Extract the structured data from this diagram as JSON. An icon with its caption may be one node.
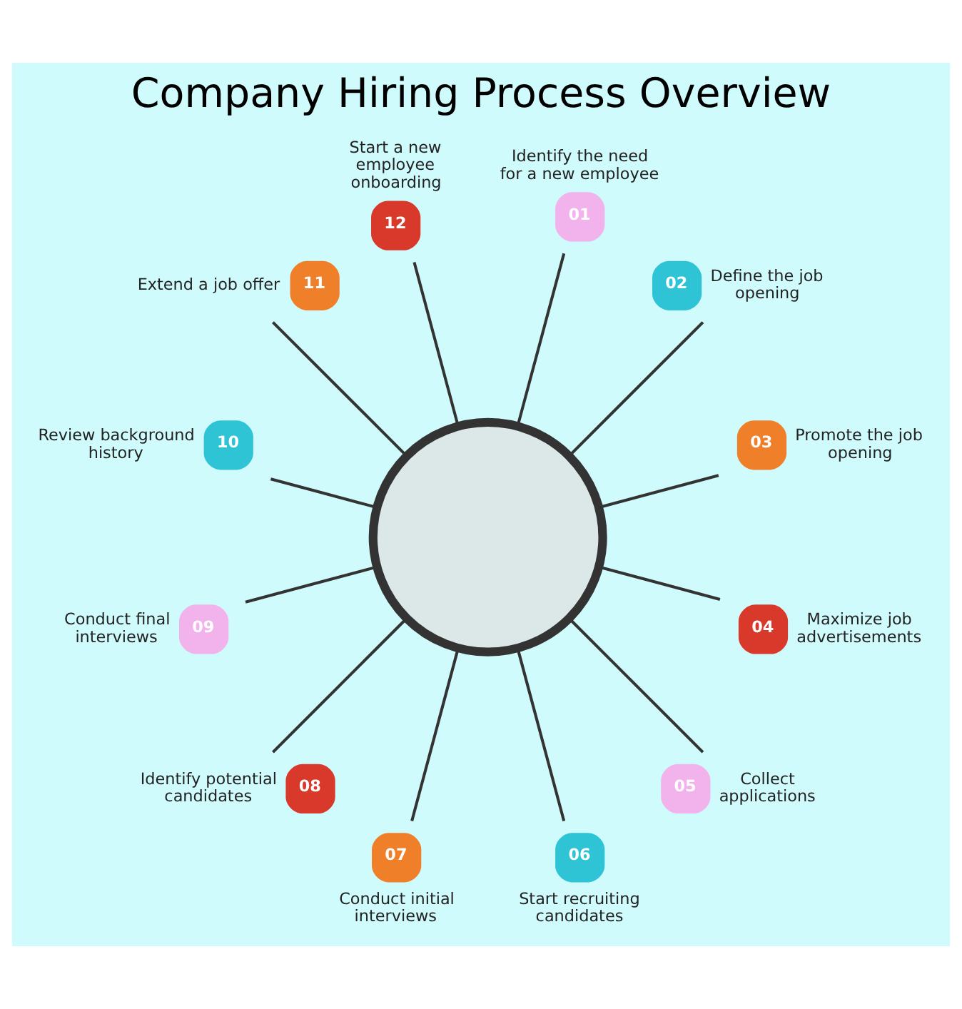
{
  "diagram": {
    "title": "Company Hiring Process Overview",
    "nodes": [
      {
        "text": [],
        "shape": "circle"
      },
      {
        "text": [
          "01"
        ],
        "beside": [
          "Identify the need for a new employee"
        ]
      },
      {
        "text": [
          "02"
        ],
        "beside": [
          "Define the job opening"
        ]
      },
      {
        "text": [
          "03"
        ],
        "beside": [
          "Promote the job opening"
        ]
      },
      {
        "text": [
          "04"
        ],
        "beside": [
          "Maximize job advertisements"
        ]
      },
      {
        "text": [
          "05"
        ],
        "beside": [
          "Collect applications"
        ]
      },
      {
        "text": [
          "06"
        ],
        "beside": [
          "Start recruiting candidates"
        ]
      },
      {
        "text": [
          "07"
        ],
        "beside": [
          "Conduct initial interviews"
        ]
      },
      {
        "text": [
          "08"
        ],
        "beside": [
          "Identify potential candidates"
        ]
      },
      {
        "text": [
          "09"
        ],
        "beside": [
          "Conduct final interviews"
        ]
      },
      {
        "text": [
          "10"
        ],
        "beside": [
          "Review background history"
        ]
      },
      {
        "text": [
          "11"
        ],
        "beside": [
          "Extend a job offer"
        ]
      },
      {
        "text": [
          "12"
        ],
        "beside": [
          "Start a new employee onboarding"
        ]
      }
    ],
    "edges": [
      {
        "from": 1,
        "to": 0,
        "arrow": "none"
      },
      {
        "from": 2,
        "to": 0,
        "arrow": "none"
      },
      {
        "from": 3,
        "to": 0,
        "arrow": "none"
      },
      {
        "from": 4,
        "to": 0,
        "arrow": "none"
      },
      {
        "from": 5,
        "to": 0,
        "arrow": "none"
      },
      {
        "from": 6,
        "to": 0,
        "arrow": "none"
      },
      {
        "from": 7,
        "to": 0,
        "arrow": "none"
      },
      {
        "from": 8,
        "to": 0,
        "arrow": "none"
      },
      {
        "from": 9,
        "to": 0,
        "arrow": "none"
      },
      {
        "from": 10,
        "to": 0,
        "arrow": "none"
      },
      {
        "from": 11,
        "to": 0,
        "arrow": "none"
      },
      {
        "from": 12,
        "to": 0,
        "arrow": "none"
      }
    ]
  }
}
